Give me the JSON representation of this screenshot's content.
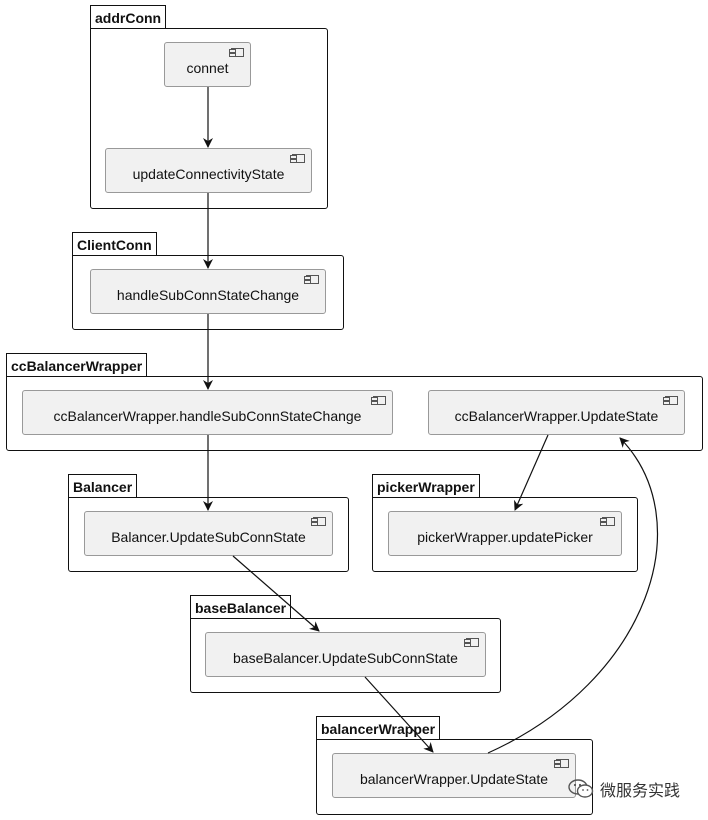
{
  "packages": {
    "addrConn": {
      "title": "addrConn",
      "components": {
        "connet": "connet",
        "updateConnectivityState": "updateConnectivityState"
      }
    },
    "ClientConn": {
      "title": "ClientConn",
      "components": {
        "handleSubConnStateChange": "handleSubConnStateChange"
      }
    },
    "ccBalancerWrapper": {
      "title": "ccBalancerWrapper",
      "components": {
        "handleSubConnStateChange": "ccBalancerWrapper.handleSubConnStateChange",
        "UpdateState": "ccBalancerWrapper.UpdateState"
      }
    },
    "Balancer": {
      "title": "Balancer",
      "components": {
        "UpdateSubConnState": "Balancer.UpdateSubConnState"
      }
    },
    "pickerWrapper": {
      "title": "pickerWrapper",
      "components": {
        "updatePicker": "pickerWrapper.updatePicker"
      }
    },
    "baseBalancer": {
      "title": "baseBalancer",
      "components": {
        "UpdateSubConnState": "baseBalancer.UpdateSubConnState"
      }
    },
    "balancerWrapper": {
      "title": "balancerWrapper",
      "components": {
        "UpdateState": "balancerWrapper.UpdateState"
      }
    }
  },
  "watermark": {
    "text": "微服务实践",
    "icon": "wechat-icon",
    "color": "#333333"
  }
}
